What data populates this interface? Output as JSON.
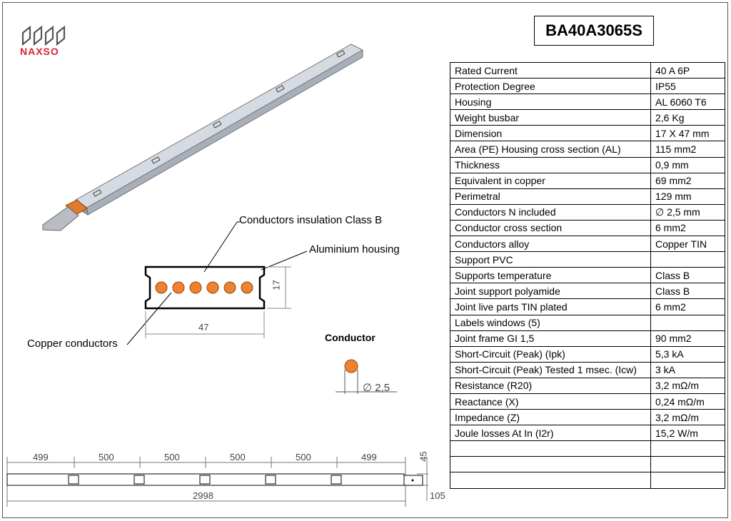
{
  "brand": {
    "name": "NAXSO"
  },
  "title": "BA40A3065S",
  "specs": [
    {
      "k": "Rated Current",
      "v": "40 A 6P"
    },
    {
      "k": "Protection Degree",
      "v": "IP55"
    },
    {
      "k": "Housing",
      "v": "AL 6060 T6"
    },
    {
      "k": "Weight busbar",
      "v": "2,6 Kg"
    },
    {
      "k": "Dimension",
      "v": "17 X 47 mm"
    },
    {
      "k": "Area (PE) Housing cross section (AL)",
      "v": "115 mm2"
    },
    {
      "k": "Thickness",
      "v": "0,9 mm"
    },
    {
      "k": "Equivalent in copper",
      "v": "69 mm2"
    },
    {
      "k": "Perimetral",
      "v": "129 mm"
    },
    {
      "k": "Conductors N included",
      "v": "∅ 2,5 mm"
    },
    {
      "k": "Conductor cross section",
      "v": "6 mm2"
    },
    {
      "k": "Conductors alloy",
      "v": "Copper TIN"
    },
    {
      "k": "Support PVC",
      "v": ""
    },
    {
      "k": "Supports temperature",
      "v": "Class B"
    },
    {
      "k": "Joint support polyamide",
      "v": "Class B"
    },
    {
      "k": "Joint live parts TIN plated",
      "v": "6 mm2"
    },
    {
      "k": "Labels windows (5)",
      "v": ""
    },
    {
      "k": "Joint frame GI 1,5",
      "v": "90 mm2"
    },
    {
      "k": "Short-Circuit (Peak) (Ipk)",
      "v": "5,3 kA"
    },
    {
      "k": "Short-Circuit (Peak) Tested 1 msec. (Icw)",
      "v": "3 kA"
    },
    {
      "k": "Resistance (R20)",
      "v": "3,2 mΩ/m"
    },
    {
      "k": "Reactance (X)",
      "v": "0,24 mΩ/m"
    },
    {
      "k": "Impedance (Z)",
      "v": "3,2 mΩ/m"
    },
    {
      "k": "Joule losses At In (I2r)",
      "v": "15,2 W/m"
    },
    {
      "k": "",
      "v": ""
    },
    {
      "k": "",
      "v": ""
    },
    {
      "k": "",
      "v": ""
    }
  ],
  "section": {
    "insulation_label": "Conductors insulation Class B",
    "housing_label": "Aluminium housing",
    "copper_label": "Copper conductors",
    "width_dim": "47",
    "height_dim": "17"
  },
  "conductor": {
    "title": "Conductor",
    "diameter": "∅ 2,5"
  },
  "bottom": {
    "spacings": [
      "499",
      "500",
      "500",
      "500",
      "500",
      "499"
    ],
    "total": "2998",
    "height": "45",
    "end": "105"
  },
  "colors": {
    "copper": "#f0812f",
    "brand_red": "#d9232e",
    "housing": "#b7bfcc"
  }
}
